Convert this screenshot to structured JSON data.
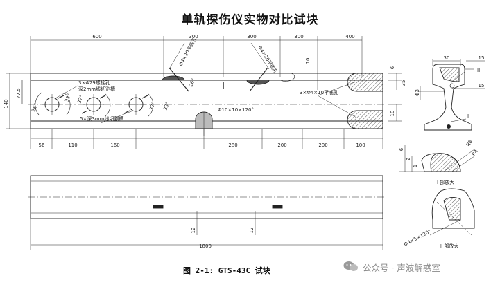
{
  "title": "单轨探伤仪实物对比试块",
  "caption": "图 2-1: GTS-43C 试块",
  "watermark": "公众号 · 声波解惑室",
  "top_view": {
    "top_dims": [
      "600",
      "300",
      "300",
      "300",
      "400"
    ],
    "bottom_dims": [
      "56",
      "110",
      "160",
      "280",
      "200",
      "200",
      "100"
    ],
    "height_140": "140",
    "height_77_5": "77.5",
    "dim_10_top": "10",
    "dim_6": "6",
    "dim_35": "35",
    "dim_10_right": "10",
    "angle_labels": [
      "26°",
      "33°",
      "37°"
    ],
    "angle_labels_2": [
      "37°",
      "26°",
      "33°"
    ],
    "note_bolt_holes": "3×Φ29螺栓孔",
    "note_slots": "5×深3mm线切割槽",
    "note_center_hole": "Φ10×10×120°",
    "note_flat_holes": "3×Φ4×10平底孔",
    "note_slant1": "Φ4×20平底孔",
    "note_slant2": "Φ4×20平底孔",
    "note_2mm": "深2mm线切割槽"
  },
  "bottom_view": {
    "length": "1800",
    "dim_12a": "12",
    "dim_12b": "12"
  },
  "section": {
    "dims_top": [
      "30",
      "15"
    ],
    "dim_15": "15",
    "label_II": "II",
    "label_I": "I",
    "phi3": "Φ3",
    "detail_I_dims": [
      "6",
      "2",
      "1",
      "R8",
      "R4"
    ],
    "detail_I_caption": "I 部放大",
    "detail_II_note": "Φ4×5×120°",
    "detail_II_caption": "II 部放大"
  }
}
